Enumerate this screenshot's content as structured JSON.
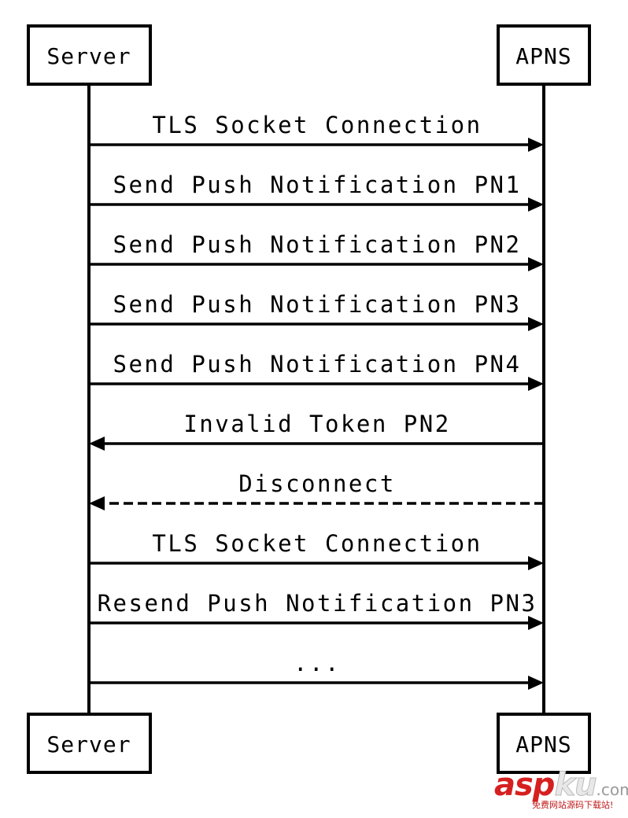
{
  "actors": {
    "server": "Server",
    "apns": "APNS"
  },
  "messages": [
    {
      "label": "TLS Socket Connection",
      "from": "server",
      "to": "apns",
      "style": "solid"
    },
    {
      "label": "Send Push Notification PN1",
      "from": "server",
      "to": "apns",
      "style": "solid"
    },
    {
      "label": "Send Push Notification PN2",
      "from": "server",
      "to": "apns",
      "style": "solid"
    },
    {
      "label": "Send Push Notification PN3",
      "from": "server",
      "to": "apns",
      "style": "solid"
    },
    {
      "label": "Send Push Notification PN4",
      "from": "server",
      "to": "apns",
      "style": "solid"
    },
    {
      "label": "Invalid Token PN2",
      "from": "apns",
      "to": "server",
      "style": "solid"
    },
    {
      "label": "Disconnect",
      "from": "apns",
      "to": "server",
      "style": "dashed"
    },
    {
      "label": "TLS Socket Connection",
      "from": "server",
      "to": "apns",
      "style": "solid"
    },
    {
      "label": "Resend Push Notification PN3",
      "from": "server",
      "to": "apns",
      "style": "solid"
    },
    {
      "label": "...",
      "from": "server",
      "to": "apns",
      "style": "solid"
    }
  ],
  "watermark": {
    "brand_prefix": "asp",
    "brand_mid": "ku",
    "brand_suffix": ".com",
    "tagline": "免费网站源码下载站!"
  },
  "colors": {
    "line": "#000000",
    "watermark_red": "#d62020"
  }
}
